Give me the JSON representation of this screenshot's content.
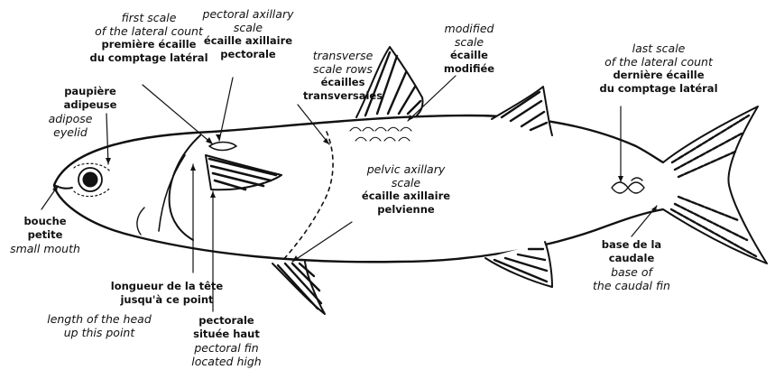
{
  "labels": {
    "first_scale": {
      "en": [
        "first scale",
        "of the lateral count"
      ],
      "fr": [
        "première écaille",
        "du comptage latéral"
      ]
    },
    "pectoral_axillary": {
      "en": [
        "pectoral axillary",
        "scale"
      ],
      "fr": [
        "écaille axillaire",
        "pectorale"
      ]
    },
    "transverse_rows": {
      "en": [
        "transverse",
        "scale rows"
      ],
      "fr": [
        "écailles",
        "transversales"
      ]
    },
    "modified_scale": {
      "en": [
        "modified",
        "scale"
      ],
      "fr": [
        "écaille",
        "modifiée"
      ]
    },
    "last_scale": {
      "en": [
        "last scale",
        "of the lateral count"
      ],
      "fr": [
        "dernière écaille",
        "du comptage latéral"
      ]
    },
    "adipose_eyelid": {
      "fr": [
        "paupière",
        "adipeuse"
      ],
      "en": [
        "adipose",
        "eyelid"
      ]
    },
    "pelvic_axillary": {
      "en": [
        "pelvic axillary",
        "scale"
      ],
      "fr": [
        "écaille axillaire",
        "pelvienne"
      ]
    },
    "small_mouth": {
      "fr": [
        "bouche",
        "petite"
      ],
      "en": [
        "small mouth"
      ]
    },
    "caudal_base": {
      "fr": [
        "base de la",
        "caudale"
      ],
      "en": [
        "base of",
        "the caudal fin"
      ]
    },
    "head_length": {
      "fr": [
        "longueur de la tête",
        "jusqu'à ce point"
      ],
      "en": [
        "length of the head",
        "up this point"
      ]
    },
    "pectoral_high": {
      "fr": [
        "pectorale",
        "située haut"
      ],
      "en": [
        "pectoral fin",
        "located high"
      ]
    }
  },
  "colors": {
    "ink": "#111111",
    "paper": "#ffffff"
  }
}
